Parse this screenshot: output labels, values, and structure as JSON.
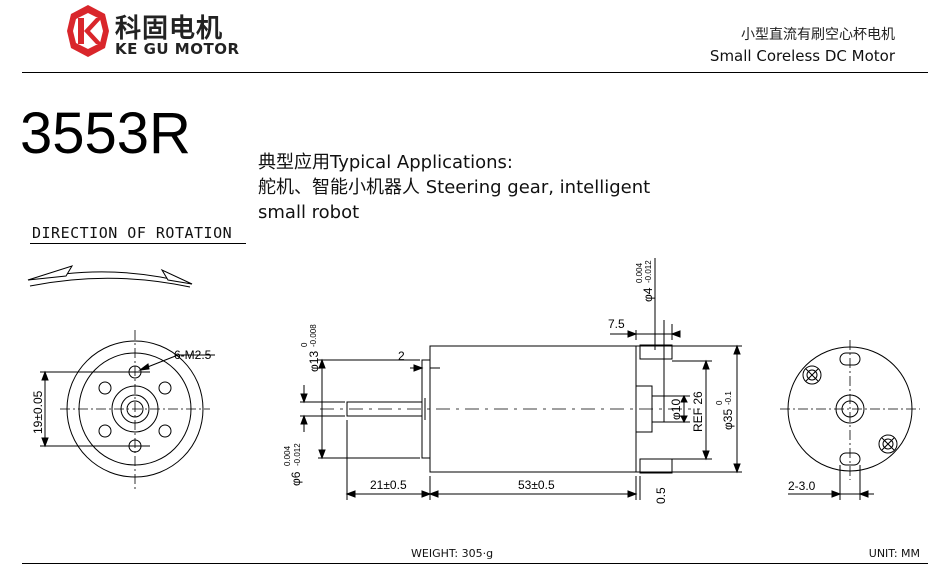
{
  "header": {
    "brand_name_cn": "科固电机",
    "brand_name_en": "KE GU MOTOR",
    "product_type_cn": "小型直流有刷空心杯电机",
    "product_type_en": "Small Coreless DC Motor"
  },
  "model": "3553R",
  "applications": {
    "title": "典型应用Typical Applications:",
    "line1": "舵机、智能小机器人 Steering gear, intelligent",
    "line2": "small robot"
  },
  "rotation_label": "DIRECTION OF ROTATION",
  "dimensions": {
    "screw_holes": "6-M2.5",
    "hole_spacing": "19±0.05",
    "step_2": "2",
    "boss_dia_main": "φ13",
    "boss_tol_upper": "0",
    "boss_tol_lower": "-0.008",
    "shaft_dia_main": "φ6",
    "shaft_tol_upper": "0.004",
    "shaft_tol_lower": "-0.012",
    "shaft_len": "21±0.5",
    "body_len": "53±0.5",
    "offset_05": "0.5",
    "rear_len": "7.5",
    "rear_shaft_main": "φ4",
    "rear_shaft_tol_upper": "0.004",
    "rear_shaft_tol_lower": "-0.012",
    "rear_boss": "φ10",
    "terminal_ref": "REF 26",
    "body_dia_main": "φ35",
    "body_tol_upper": "0",
    "body_tol_lower": "-0.1",
    "rear_slot": "2-3.0"
  },
  "footer": {
    "weight": "WEIGHT: 305·g",
    "unit": "UNIT: MM"
  },
  "colors": {
    "logo_red": "#d9262b",
    "line": "#000000"
  },
  "icons": {
    "logo": "kegu-k-gear-logo"
  }
}
